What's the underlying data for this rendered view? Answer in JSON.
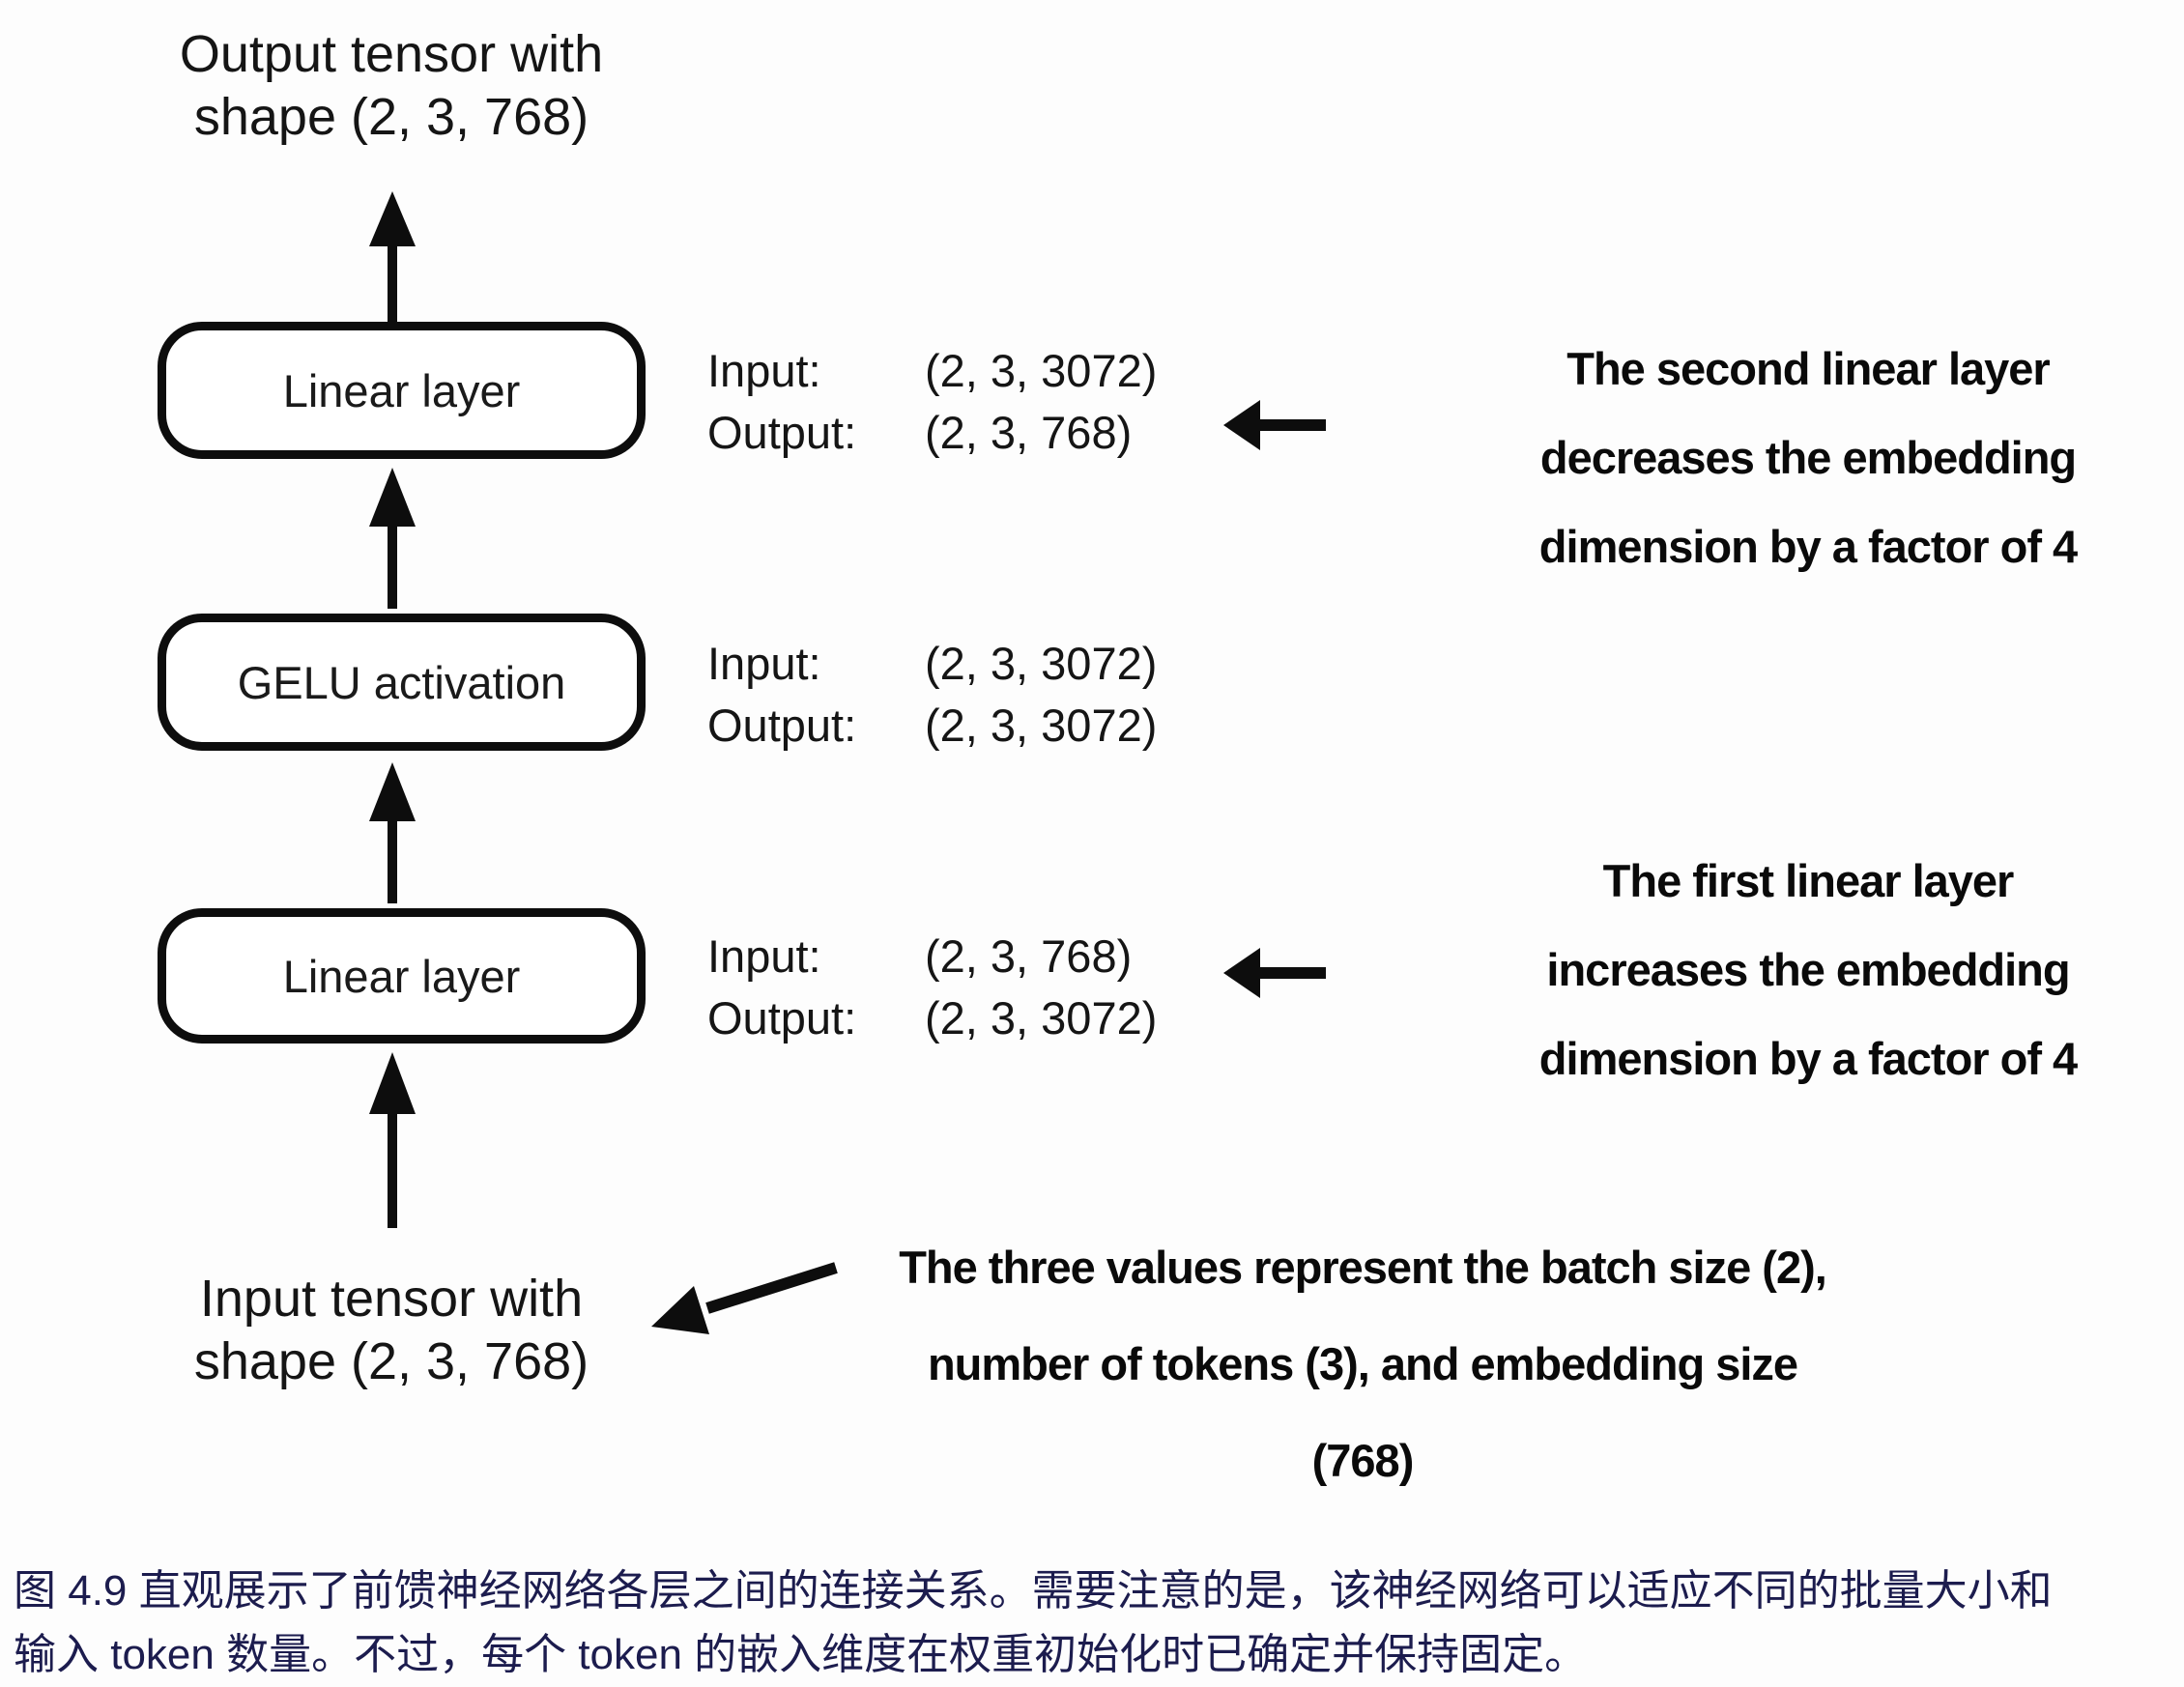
{
  "figure": {
    "output_tensor_label": {
      "line1": "Output tensor with",
      "line2": "shape (2, 3, 768)"
    },
    "input_tensor_label": {
      "line1": "Input tensor with",
      "line2": "shape (2, 3, 768)"
    },
    "boxes": [
      {
        "label": "Linear layer",
        "io": {
          "input_label": "Input:",
          "input_value": "(2, 3, 3072)",
          "output_label": "Output:",
          "output_value": "(2, 3, 768)"
        }
      },
      {
        "label": "GELU activation",
        "io": {
          "input_label": "Input:",
          "input_value": "(2, 3, 3072)",
          "output_label": "Output:",
          "output_value": "(2, 3, 3072)"
        }
      },
      {
        "label": "Linear layer",
        "io": {
          "input_label": "Input:",
          "input_value": "(2, 3, 768)",
          "output_label": "Output:",
          "output_value": "(2, 3, 3072)"
        }
      }
    ],
    "annotations": [
      {
        "line1": "The second linear layer",
        "line2": "decreases the embedding",
        "line3": "dimension by a factor of 4"
      },
      {
        "line1": "The first linear layer",
        "line2": "increases the embedding",
        "line3": "dimension by a factor of 4"
      },
      {
        "line1": "The three values represent the batch size (2),",
        "line2": "number of tokens (3), and embedding size",
        "line3": "(768)"
      }
    ],
    "colors": {
      "ink": "#111111",
      "caption_text": "#1c1c4e",
      "background": "#fdfdfd"
    }
  },
  "caption": {
    "line1": "图 4.9 直观展示了前馈神经网络各层之间的连接关系。需要注意的是，该神经网络可以适应不同的批量大小和",
    "line2": "输入 token 数量。不过，每个 token 的嵌入维度在权重初始化时已确定并保持固定。"
  }
}
